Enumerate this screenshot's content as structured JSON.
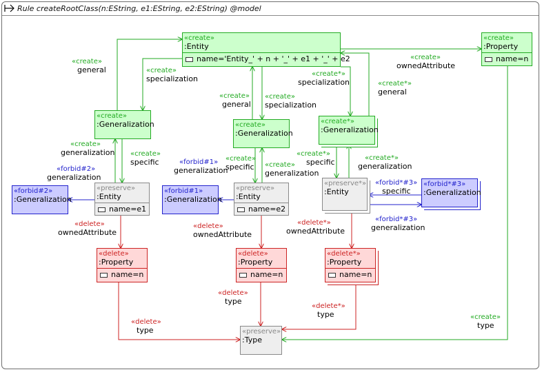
{
  "title": "Rule createRootClass(n:EString, e1:EString, e2:EString) @model",
  "colors": {
    "create": "#22aa22",
    "delete": "#cc2222",
    "forbid": "#2222cc",
    "preserve": "#888888"
  },
  "nodes": {
    "entity_main": {
      "stereotype": "«create»",
      "name": ":Entity",
      "attr": "name='Entity_' + n + '_' + e1 + '_' + e2"
    },
    "property_top": {
      "stereotype": "«create»",
      "name": ":Property",
      "attr": "name=n"
    },
    "gen1": {
      "stereotype": "«create»",
      "name": ":Generalization"
    },
    "gen2": {
      "stereotype": "«create»",
      "name": ":Generalization"
    },
    "gen3": {
      "stereotype": "«create*»",
      "name": ":Generalization"
    },
    "forbid2": {
      "stereotype": "«forbid#2»",
      "name": ":Generalization"
    },
    "entity_e1": {
      "stereotype": "«preserve»",
      "name": ":Entity",
      "attr": "name=e1"
    },
    "forbid1": {
      "stereotype": "«forbid#1»",
      "name": ":Generalization"
    },
    "entity_e2": {
      "stereotype": "«preserve»",
      "name": ":Entity",
      "attr": "name=e2"
    },
    "entity_star": {
      "stereotype": "«preserve*»",
      "name": ":Entity"
    },
    "forbid3": {
      "stereotype": "«forbid*#3»",
      "name": ":Generalization"
    },
    "prop1": {
      "stereotype": "«delete»",
      "name": ":Property",
      "attr": "name=n"
    },
    "prop2": {
      "stereotype": "«delete»",
      "name": ":Property",
      "attr": "name=n"
    },
    "prop3": {
      "stereotype": "«delete*»",
      "name": ":Property",
      "attr": "name=n"
    },
    "type": {
      "stereotype": "«preserve»",
      "name": ":Type"
    }
  },
  "edges": {
    "e_general_1": {
      "stereotype": "«create»",
      "label": "general"
    },
    "e_spec_1": {
      "stereotype": "«create»",
      "label": "specialization"
    },
    "e_general_2": {
      "stereotype": "«create»",
      "label": "general"
    },
    "e_spec_2": {
      "stereotype": "«create»",
      "label": "specialization"
    },
    "e_spec_3": {
      "stereotype": "«create*»",
      "label": "specialization"
    },
    "e_general_3": {
      "stereotype": "«create*»",
      "label": "general"
    },
    "e_owned_top": {
      "stereotype": "«create»",
      "label": "ownedAttribute"
    },
    "e_gen_g1": {
      "stereotype": "«create»",
      "label": "generalization"
    },
    "e_specific_g1": {
      "stereotype": "«create»",
      "label": "specific"
    },
    "e_forbid2_gen": {
      "stereotype": "«forbid#2»",
      "label": "generalization"
    },
    "e_forbid1_gen": {
      "stereotype": "«forbid#1»",
      "label": "generalization"
    },
    "e_specific_g2": {
      "stereotype": "«create»",
      "label": "specific"
    },
    "e_gen_g2": {
      "stereotype": "«create»",
      "label": "generalization"
    },
    "e_specific_g3": {
      "stereotype": "«create*»",
      "label": "specific"
    },
    "e_gen_g3": {
      "stereotype": "«create*»",
      "label": "generalization"
    },
    "e_forbid3_specific": {
      "stereotype": "«forbid*#3»",
      "label": "specific"
    },
    "e_forbid3_gen": {
      "stereotype": "«forbid*#3»",
      "label": "generalization"
    },
    "e_owned_1": {
      "stereotype": "«delete»",
      "label": "ownedAttribute"
    },
    "e_owned_2": {
      "stereotype": "«delete»",
      "label": "ownedAttribute"
    },
    "e_owned_3": {
      "stereotype": "«delete*»",
      "label": "ownedAttribute"
    },
    "e_type_1": {
      "stereotype": "«delete»",
      "label": "type"
    },
    "e_type_2": {
      "stereotype": "«delete»",
      "label": "type"
    },
    "e_type_3": {
      "stereotype": "«delete*»",
      "label": "type"
    },
    "e_type_top": {
      "stereotype": "«create»",
      "label": "type"
    }
  }
}
